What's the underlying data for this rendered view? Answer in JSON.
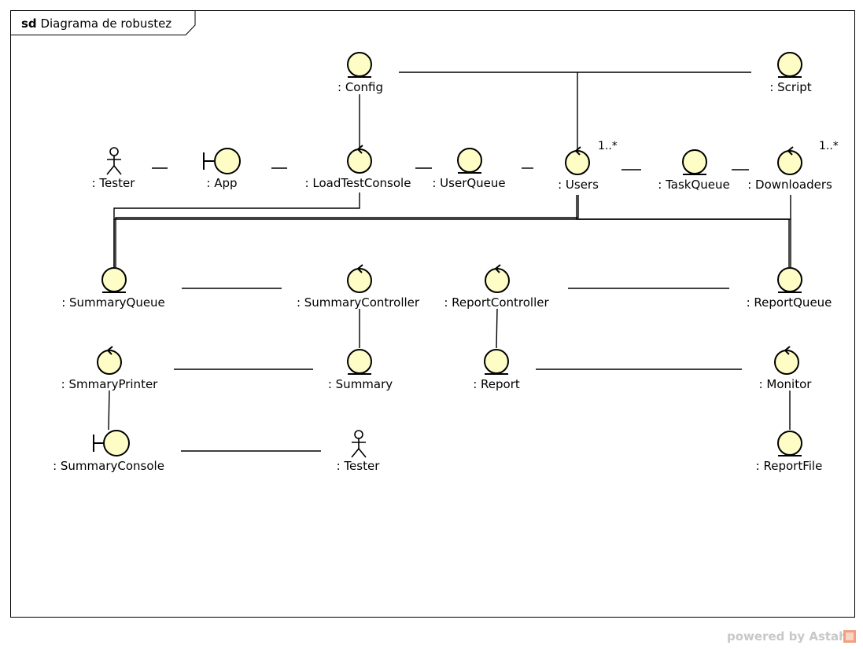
{
  "frame": {
    "keyword": "sd",
    "title": "Diagrama de robustez"
  },
  "elements": {
    "config": {
      "type": "entity",
      "label": ": Config"
    },
    "script": {
      "type": "entity",
      "label": ": Script"
    },
    "tester1": {
      "type": "actor",
      "label": ": Tester"
    },
    "app": {
      "type": "boundary",
      "label": ": App"
    },
    "loadtestconsole": {
      "type": "control",
      "label": ": LoadTestConsole"
    },
    "userqueue": {
      "type": "entity",
      "label": ": UserQueue"
    },
    "users": {
      "type": "control",
      "label": ": Users",
      "multiplicity": "1..*"
    },
    "taskqueue": {
      "type": "entity",
      "label": ": TaskQueue"
    },
    "downloaders": {
      "type": "control",
      "label": ": Downloaders",
      "multiplicity": "1..*"
    },
    "summaryqueue": {
      "type": "entity",
      "label": ": SummaryQueue"
    },
    "summarycontroller": {
      "type": "control",
      "label": ": SummaryController"
    },
    "reportcontroller": {
      "type": "control",
      "label": ": ReportController"
    },
    "reportqueue": {
      "type": "entity",
      "label": ": ReportQueue"
    },
    "smmaryprinter": {
      "type": "control",
      "label": ": SmmaryPrinter"
    },
    "summary": {
      "type": "entity",
      "label": ": Summary"
    },
    "report": {
      "type": "entity",
      "label": ": Report"
    },
    "monitor": {
      "type": "control",
      "label": ": Monitor"
    },
    "summaryconsole": {
      "type": "boundary",
      "label": ": SummaryConsole"
    },
    "tester2": {
      "type": "actor",
      "label": ": Tester"
    },
    "reportfile": {
      "type": "entity",
      "label": ": ReportFile"
    }
  },
  "connections": [
    [
      "config",
      "script"
    ],
    [
      "config",
      "loadtestconsole"
    ],
    [
      "script",
      "users"
    ],
    [
      "tester1",
      "app"
    ],
    [
      "app",
      "loadtestconsole"
    ],
    [
      "loadtestconsole",
      "userqueue"
    ],
    [
      "userqueue",
      "users"
    ],
    [
      "users",
      "taskqueue"
    ],
    [
      "taskqueue",
      "downloaders"
    ],
    [
      "loadtestconsole",
      "summaryqueue"
    ],
    [
      "users",
      "summaryqueue"
    ],
    [
      "users",
      "reportqueue"
    ],
    [
      "downloaders",
      "summaryqueue"
    ],
    [
      "downloaders",
      "reportqueue"
    ],
    [
      "summaryqueue",
      "summarycontroller"
    ],
    [
      "reportcontroller",
      "reportqueue"
    ],
    [
      "summarycontroller",
      "summary"
    ],
    [
      "reportcontroller",
      "report"
    ],
    [
      "smmaryprinter",
      "summary"
    ],
    [
      "report",
      "monitor"
    ],
    [
      "smmaryprinter",
      "summaryconsole"
    ],
    [
      "monitor",
      "reportfile"
    ],
    [
      "summaryconsole",
      "tester2"
    ]
  ],
  "watermark": "powered by Astah"
}
